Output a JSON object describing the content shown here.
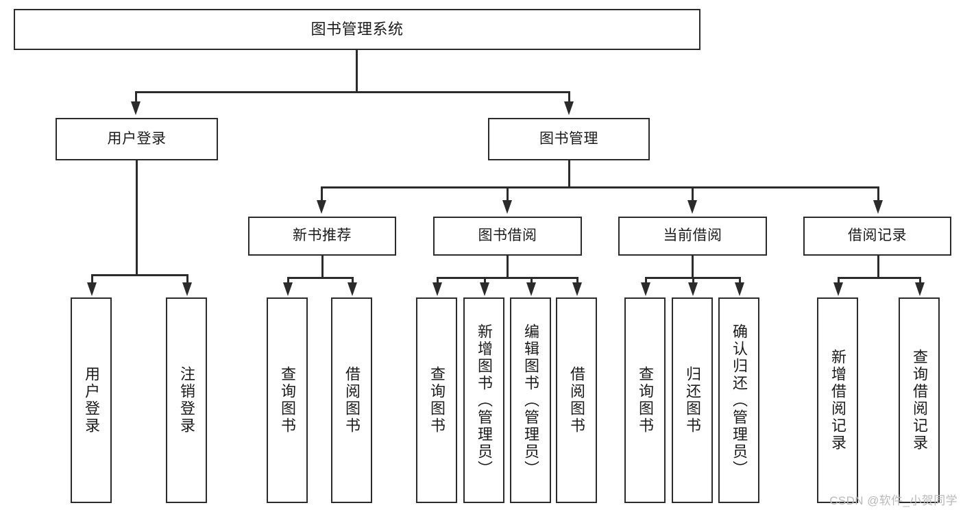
{
  "diagram": {
    "title": "图书管理系统",
    "type": "tree",
    "watermark": "CSDN @软件_小贺同学",
    "levels": {
      "root": "图书管理系统",
      "level2": [
        "用户登录",
        "图书管理"
      ],
      "level3": [
        "新书推荐",
        "图书借阅",
        "当前借阅",
        "借阅记录"
      ]
    },
    "nodes": {
      "root": {
        "label": "图书管理系统"
      },
      "user_login": {
        "label": "用户登录"
      },
      "book_manage": {
        "label": "图书管理"
      },
      "new_book_rec": {
        "label": "新书推荐"
      },
      "book_borrow": {
        "label": "图书借阅"
      },
      "current_borrow": {
        "label": "当前借阅"
      },
      "borrow_record": {
        "label": "借阅记录"
      },
      "leaf_user_login": {
        "label": "用户登录"
      },
      "leaf_logout": {
        "label": "注销登录"
      },
      "leaf_query_book_1": {
        "label": "查询图书"
      },
      "leaf_borrow_book_1": {
        "label": "借阅图书"
      },
      "leaf_query_book_2": {
        "label": "查询图书"
      },
      "leaf_add_book": {
        "label": "新增图书（管理员）"
      },
      "leaf_edit_book": {
        "label": "编辑图书（管理员）"
      },
      "leaf_borrow_book_2": {
        "label": "借阅图书"
      },
      "leaf_query_book_3": {
        "label": "查询图书"
      },
      "leaf_return_book": {
        "label": "归还图书"
      },
      "leaf_confirm_return": {
        "label": "确认归还（管理员）"
      },
      "leaf_add_record": {
        "label": "新增借阅记录"
      },
      "leaf_query_record": {
        "label": "查询借阅记录"
      }
    },
    "colors": {
      "stroke": "#2b2b2b",
      "fill": "#ffffff",
      "text": "#1b1b1b",
      "watermark": "#b9b9b9"
    }
  }
}
